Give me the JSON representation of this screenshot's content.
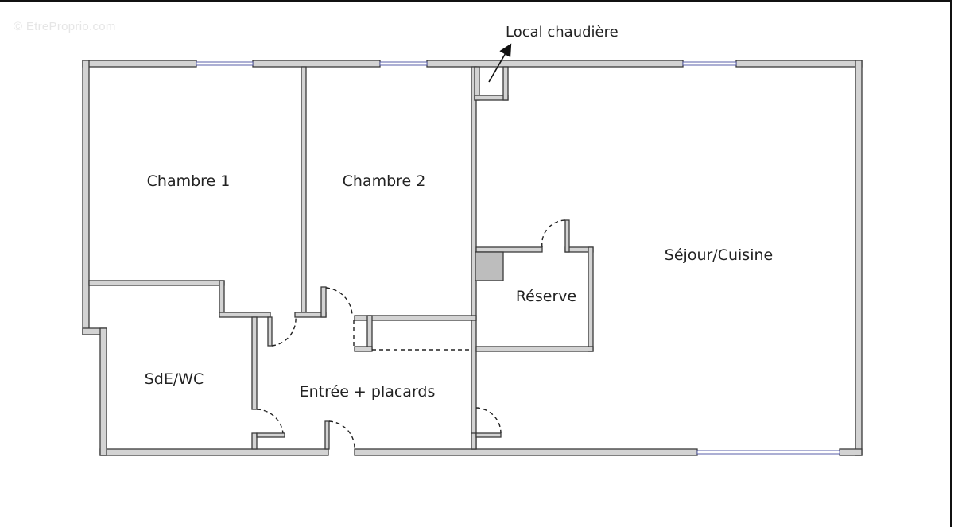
{
  "watermark": "© EtreProprio.com",
  "plan": {
    "wall_fill": "#d3d3d3",
    "wall_stroke": "#3a3a3a",
    "window_stroke": "#5a5fa8",
    "column_fill": "#bdbdbd"
  },
  "rooms": [
    {
      "id": "chambre1",
      "label": "Chambre 1"
    },
    {
      "id": "chambre2",
      "label": "Chambre 2"
    },
    {
      "id": "sejour",
      "label": "Séjour/Cuisine"
    },
    {
      "id": "reserve",
      "label": "Réserve"
    },
    {
      "id": "sde",
      "label": "SdE/WC"
    },
    {
      "id": "entree",
      "label": "Entrée + placards"
    }
  ],
  "callouts": [
    {
      "id": "local-chaudiere",
      "label": "Local chaudière"
    }
  ]
}
